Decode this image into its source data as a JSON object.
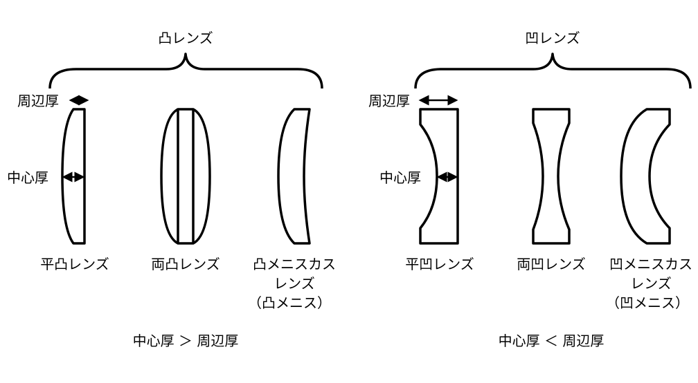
{
  "convex": {
    "title": "凸レンズ",
    "edge_thickness": "周辺厚",
    "center_thickness": "中心厚",
    "lenses": [
      {
        "label_lines": [
          "平凸レンズ"
        ]
      },
      {
        "label_lines": [
          "両凸レンズ"
        ]
      },
      {
        "label_lines": [
          "凸メニスカス",
          "レンズ",
          "（凸メニス）"
        ]
      }
    ],
    "relation": "中心厚 ＞ 周辺厚"
  },
  "concave": {
    "title": "凹レンズ",
    "edge_thickness": "周辺厚",
    "center_thickness": "中心厚",
    "lenses": [
      {
        "label_lines": [
          "平凹レンズ"
        ]
      },
      {
        "label_lines": [
          "両凹レンズ"
        ]
      },
      {
        "label_lines": [
          "凹メニスカス",
          "レンズ",
          "（凹メニス）"
        ]
      }
    ],
    "relation": "中心厚 ＜ 周辺厚"
  }
}
